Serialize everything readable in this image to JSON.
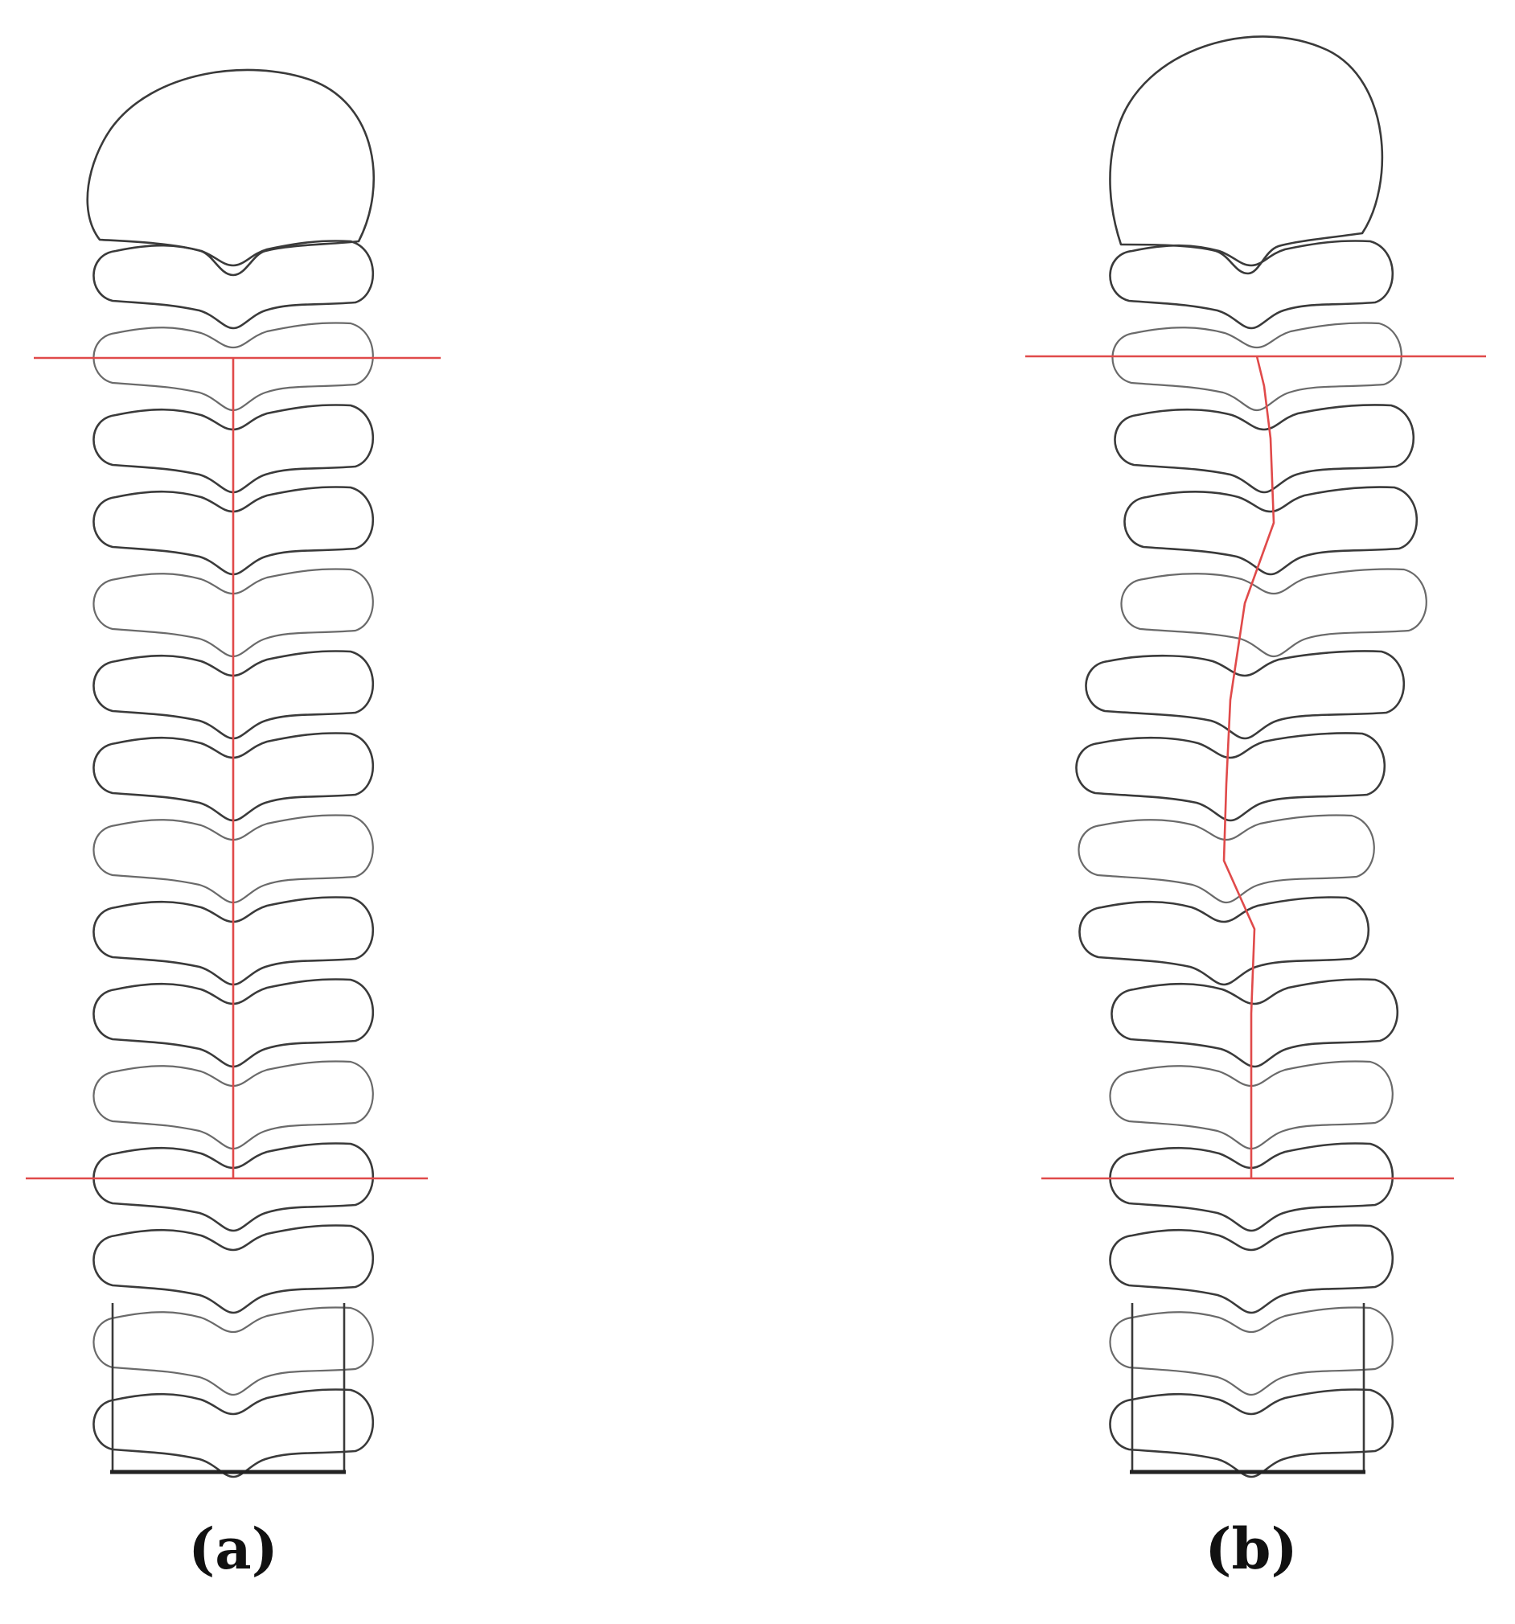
{
  "panels": [
    {
      "id": "a",
      "label": "(a)",
      "centerline": "straight"
    },
    {
      "id": "b",
      "label": "(b)",
      "centerline": "deviated"
    }
  ],
  "colors": {
    "outline": "#3a3a3a",
    "reference_line": "#e04a4a",
    "background": "#ffffff"
  }
}
